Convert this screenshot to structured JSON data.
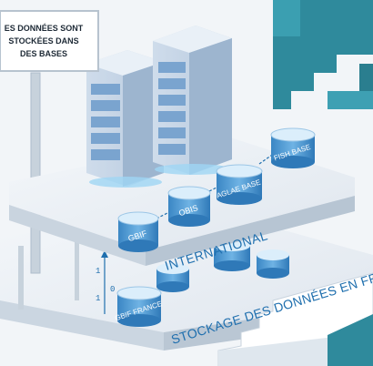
{
  "sign": {
    "lines": [
      "ES DONNÉES SONT",
      "STOCKÉES DANS",
      "DES BASES"
    ]
  },
  "levels": {
    "upper_label": "INTERNATIONAL",
    "lower_label": "STOCKAGE DES DONNÉES EN FRANCE"
  },
  "databases": {
    "international": [
      "GBIF",
      "OBIS",
      "AGLAE BASE",
      "FISH BASE"
    ],
    "france": [
      "GBIF FRANCE"
    ]
  },
  "binary_stream": [
    "1",
    "0",
    "1"
  ],
  "colors": {
    "accent": "#2a8fcf",
    "text_blue": "#1f6fae",
    "dark_teal": "#2f8a9c",
    "platform": "#e6ecf2"
  }
}
